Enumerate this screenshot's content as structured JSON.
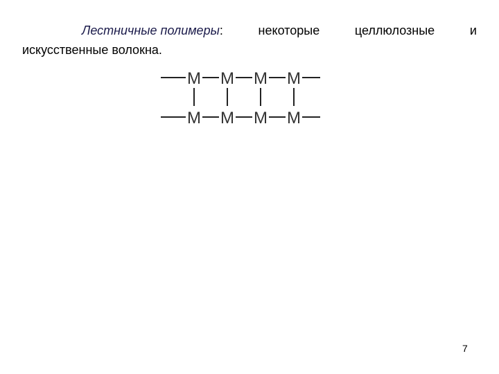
{
  "paragraph": {
    "term": "Лестничные полимеры",
    "line1_words": [
      "некоторые",
      "целлюлозные",
      "и"
    ],
    "line2": "искусственные волокна."
  },
  "formula": {
    "top_row": [
      "M",
      "M",
      "M",
      "M"
    ],
    "bottom_row": [
      "M",
      "M",
      "M",
      "M"
    ]
  },
  "page_number": "7"
}
